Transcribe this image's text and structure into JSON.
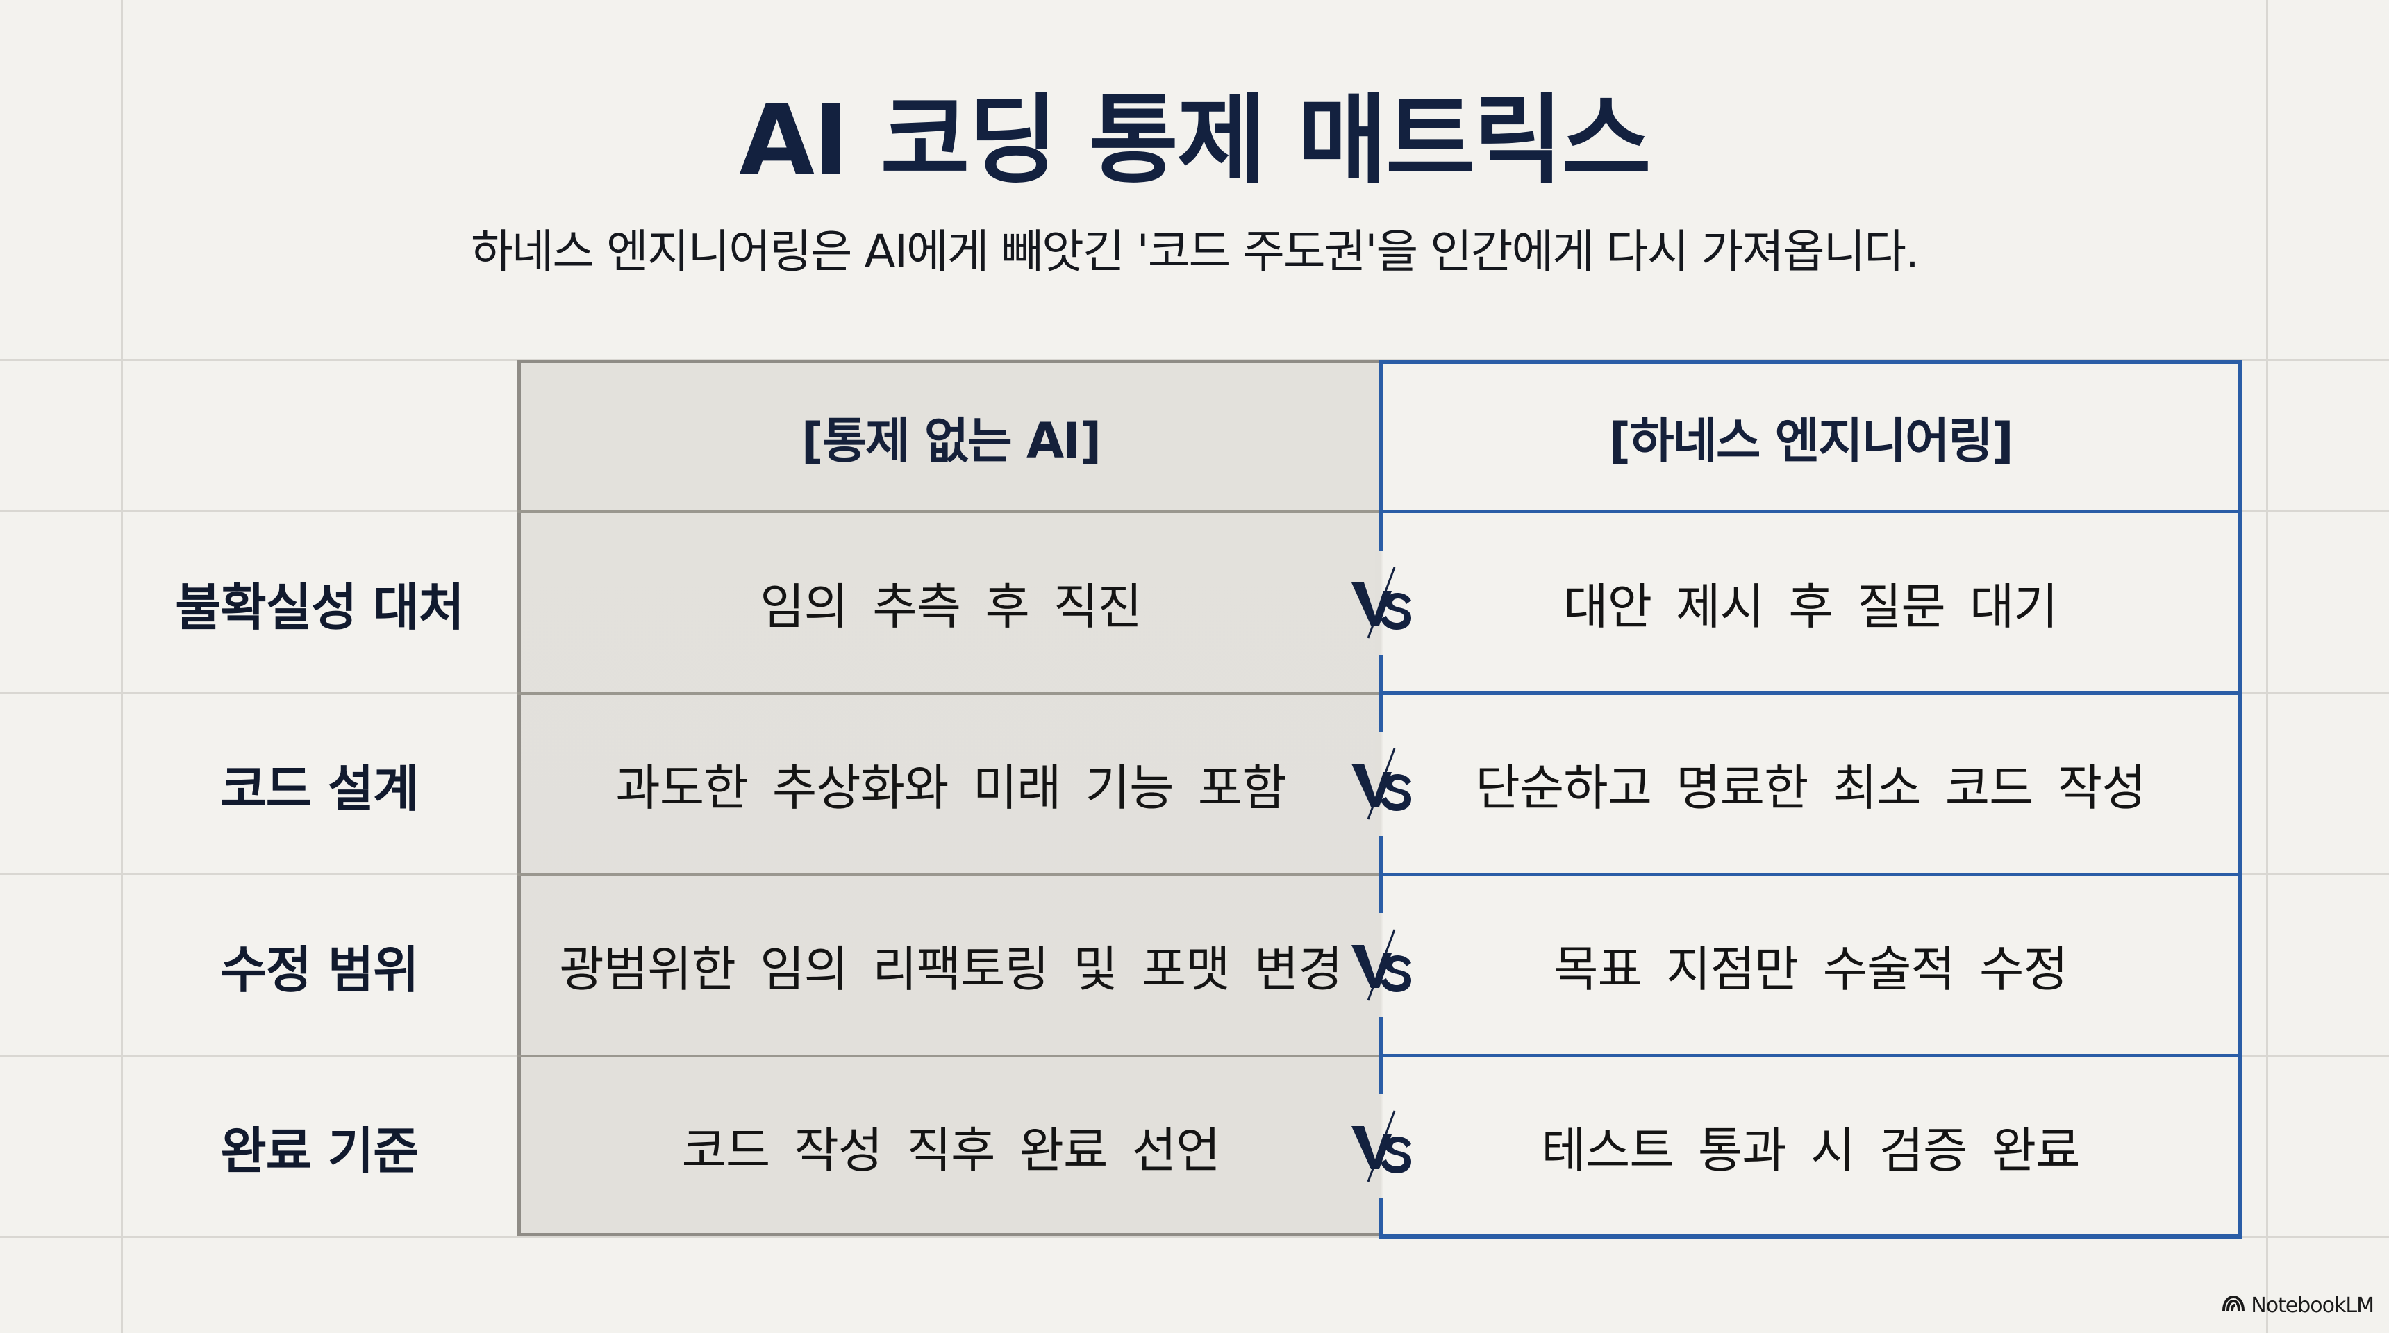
{
  "title": "AI 코딩 통제 매트릭스",
  "subtitle": "하네스 엔지니어링은 AI에게 빼앗긴 '코드 주도권'을 인간에게 다시 가져옵니다.",
  "columns": {
    "left": "[통제 없는 AI]",
    "right": "[하네스 엔지니어링]"
  },
  "vs_label": "VS",
  "rows": [
    {
      "label": "불확실성 대처",
      "left": "임의 추측 후 직진",
      "right": "대안 제시 후 질문 대기"
    },
    {
      "label": "코드 설계",
      "left": "과도한 추상화와 미래 기능 포함",
      "right": "단순하고 명료한 최소 코드 작성"
    },
    {
      "label": "수정 범위",
      "left": "광범위한 임의 리팩토링 및 포맷 변경",
      "right": "목표 지점만 수술적 수정"
    },
    {
      "label": "완료 기준",
      "left": "코드 작성 직후 완료 선언",
      "right": "테스트 통과 시 검증 완료"
    }
  ],
  "brand": {
    "icon": "notebooklm-logo-icon",
    "label": "NotebookLM"
  },
  "colors": {
    "background": "#f3f2ee",
    "title": "#13213f",
    "gray_column_fill": "#e2e0db",
    "gray_column_border": "#8f8c86",
    "blue_column_border": "#2a5da6",
    "grid": "#d9d7d2"
  }
}
